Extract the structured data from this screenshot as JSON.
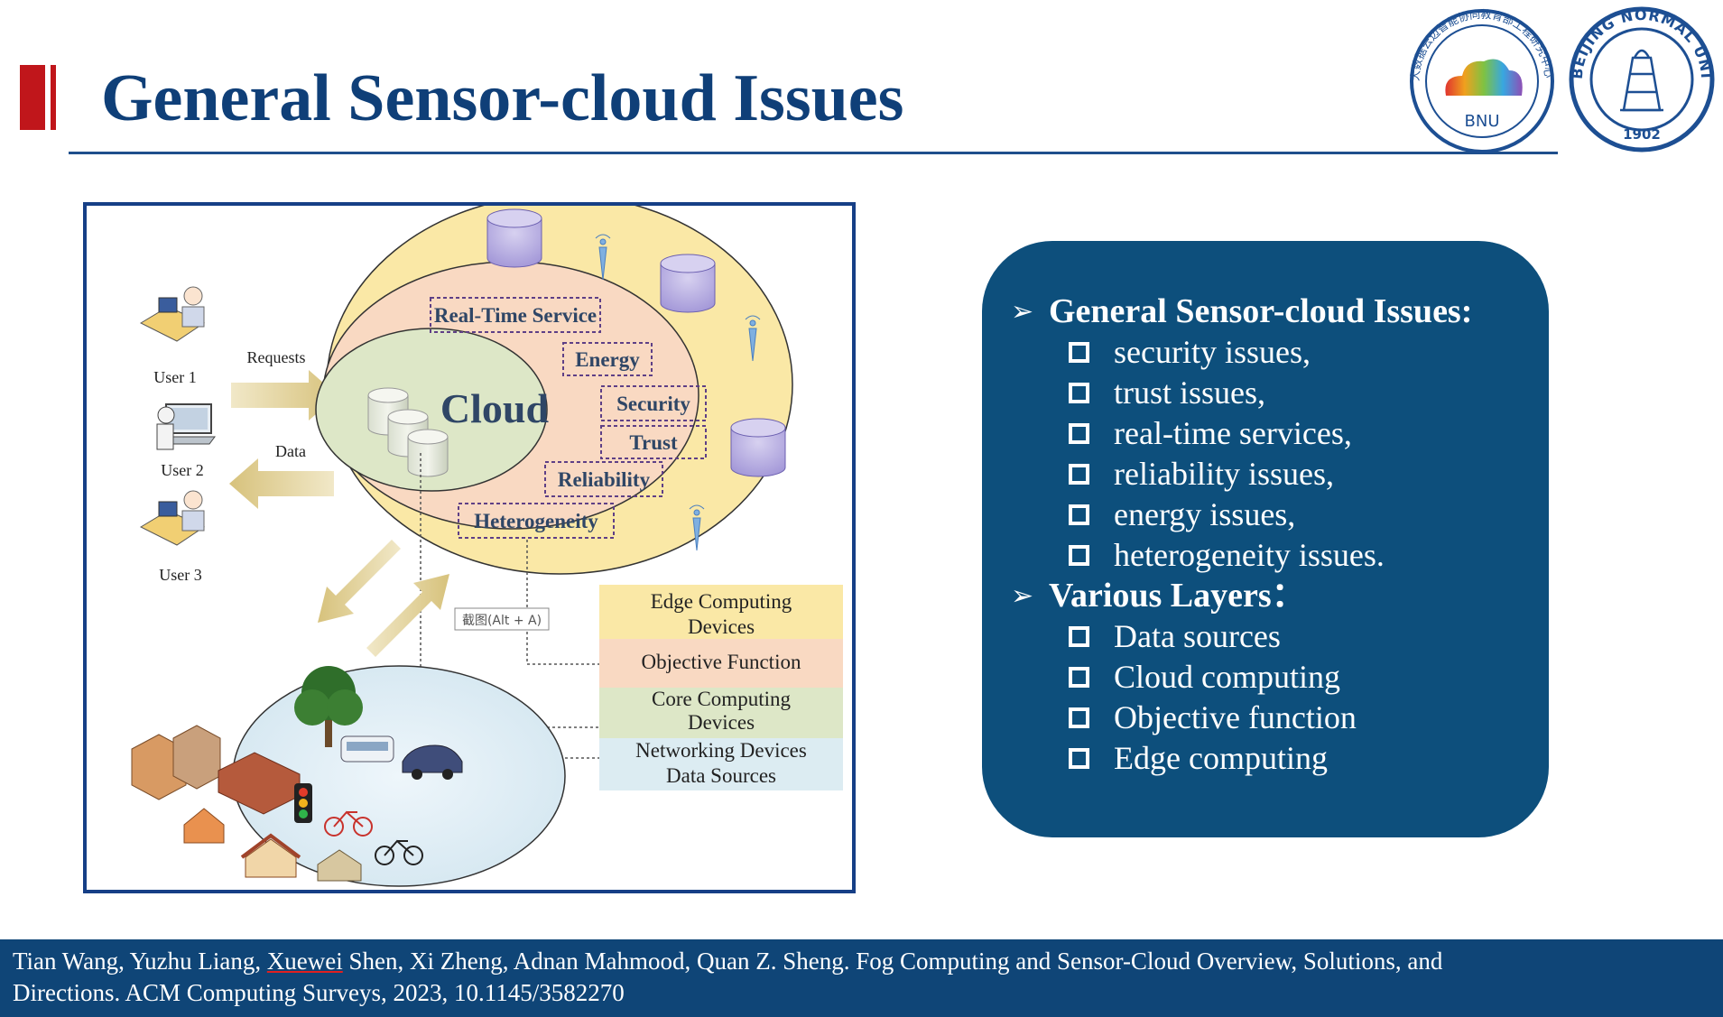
{
  "slide": {
    "title": "General Sensor-cloud Issues",
    "logos": {
      "left": {
        "label": "BNU",
        "ring_text": "大数据云边智能协同教育部工程研究中心"
      },
      "right": {
        "ring_text": "BEIJING NORMAL UNIVERSITY",
        "year": "1902"
      }
    }
  },
  "figure": {
    "users": [
      "User 1",
      "User 2",
      "User 3"
    ],
    "arrows": {
      "requests": "Requests",
      "data": "Data"
    },
    "cloud_label": "Cloud",
    "issues": [
      "Real-Time Service",
      "Energy",
      "Security",
      "Trust",
      "Reliability",
      "Heterogeneity"
    ],
    "screenshot_tooltip": "截图(Alt + A)",
    "legend": [
      {
        "line1": "Edge Computing",
        "line2": "Devices",
        "color": "#fae8a6"
      },
      {
        "line1": "Objective Function",
        "line2": "",
        "color": "#f9d9c2"
      },
      {
        "line1": "Core Computing",
        "line2": "Devices",
        "color": "#dde7c7"
      },
      {
        "line1": "Networking Devices",
        "line2": "Data Sources",
        "color": "#dcecf2"
      }
    ]
  },
  "panel": {
    "sections": [
      {
        "heading": "General Sensor-cloud Issues:",
        "items": [
          "security issues,",
          "trust issues,",
          "real-time services,",
          "reliability issues,",
          "energy issues,",
          "heterogeneity issues."
        ]
      },
      {
        "heading": "Various Layers：",
        "items": [
          "Data sources",
          "Cloud computing",
          "Objective function",
          "Edge computing"
        ]
      }
    ]
  },
  "footer": {
    "before": "Tian Wang, Yuzhu Liang, ",
    "underlined": "Xuewei",
    "after_line1": " Shen, Xi Zheng, Adnan Mahmood, Quan Z. Sheng. Fog Computing and Sensor-Cloud Overview, Solutions, and",
    "line2": "Directions. ACM Computing Surveys, 2023, 10.1145/3582270"
  },
  "colors": {
    "title": "#0f3f78",
    "accent_red": "#c0161b",
    "panel_bg": "#0d4f7c",
    "footer_bg": "#0f4577"
  }
}
